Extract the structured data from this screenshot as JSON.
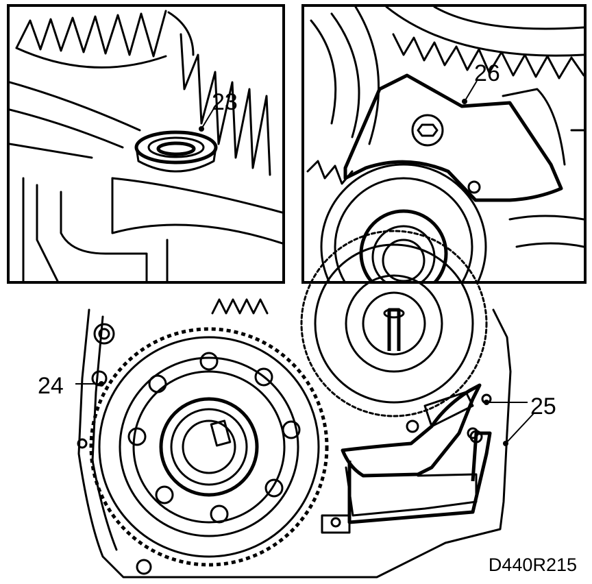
{
  "panels": {
    "top_left": {
      "callout": "23"
    },
    "top_right": {
      "callout": "26"
    },
    "bottom": {
      "callout_left": "24",
      "callout_right": "25"
    }
  },
  "document_id": "D440R215",
  "colors": {
    "ink": "#000000",
    "paper": "#ffffff"
  }
}
